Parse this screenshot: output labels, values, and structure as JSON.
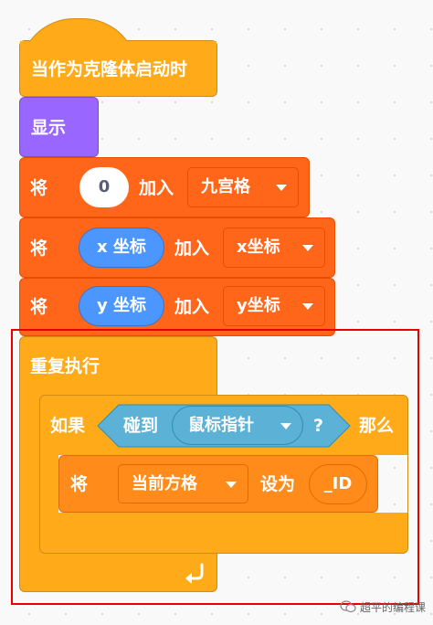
{
  "blocks": {
    "hat": {
      "label": "当作为克隆体启动时"
    },
    "show": {
      "label": "显示"
    },
    "add1": {
      "verb": "将",
      "value": "0",
      "add": "加入",
      "list": "九宫格"
    },
    "add2": {
      "verb": "将",
      "value": "x 坐标",
      "add": "加入",
      "list": "x坐标"
    },
    "add3": {
      "verb": "将",
      "value": "y 坐标",
      "add": "加入",
      "list": "y坐标"
    },
    "forever": {
      "label": "重复执行"
    },
    "if": {
      "label": "如果",
      "then": "那么"
    },
    "touching": {
      "label": "碰到",
      "target": "鼠标指针",
      "question": "?"
    },
    "setvar": {
      "verb": "将",
      "var": "当前方格",
      "to": "设为",
      "value": "_ID"
    }
  },
  "watermark": {
    "text": "超平的编程课"
  },
  "colors": {
    "events": "#ffab19",
    "looks": "#9966ff",
    "list": "#ff661a",
    "motion": "#4c97ff",
    "control": "#ffab19",
    "sensing": "#5cb1d6",
    "variables": "#ff8c1a",
    "highlight": "#e60000"
  }
}
